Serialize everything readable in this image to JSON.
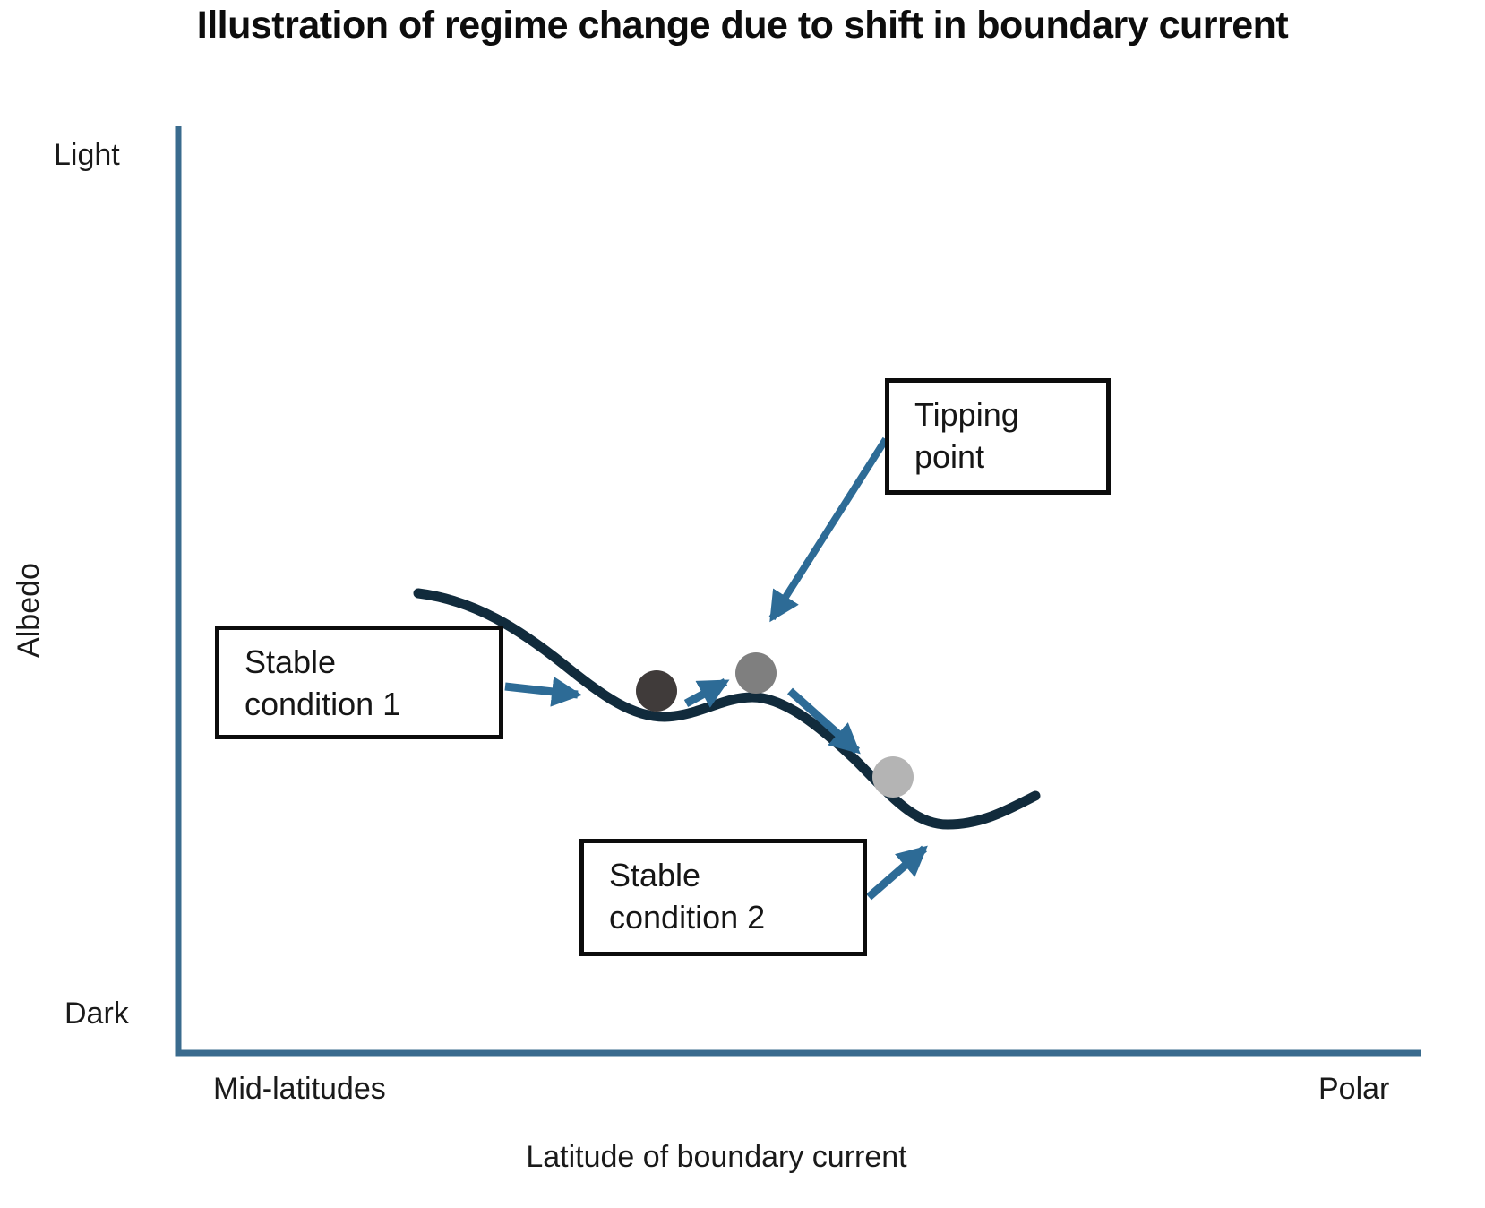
{
  "title": "Illustration of regime change due to shift in boundary current",
  "axes": {
    "y": {
      "title": "Albedo",
      "top_label": "Light",
      "bottom_label": "Dark"
    },
    "x": {
      "title": "Latitude of boundary current",
      "left_label": "Mid-latitudes",
      "right_label": "Polar"
    }
  },
  "annotations": {
    "stable1": {
      "lines": [
        "Stable",
        "condition 1"
      ]
    },
    "tipping": {
      "lines": [
        "Tipping",
        "point"
      ]
    },
    "stable2": {
      "lines": [
        "Stable",
        "condition 2"
      ]
    }
  },
  "colors": {
    "background": "#ffffff",
    "axis": "#3a6b8e",
    "curve": "#112b3c",
    "arrow": "#2d6b96",
    "box_border": "#0c0c0c",
    "ball_dark": "#403b3a",
    "ball_medium": "#7f7f7f",
    "ball_light": "#b4b4b4",
    "text": "#0d0d0d"
  },
  "figure_data": {
    "type": "conceptual stability-landscape curve",
    "x_axis": {
      "label": "Latitude of boundary current",
      "range_qualitative": [
        "Mid-latitudes",
        "Polar"
      ]
    },
    "y_axis": {
      "label": "Albedo",
      "range_qualitative": [
        "Dark",
        "Light"
      ]
    },
    "curve_shape": "double-well potential: descends from upper-left plateau into first valley, small crest (tipping point), then deeper descent into second valley, rising slightly at right end",
    "features": [
      {
        "name": "stable condition 1",
        "ball": "dark gray",
        "position": "first valley of curve"
      },
      {
        "name": "tipping point",
        "ball": "medium gray",
        "position": "local crest between valleys"
      },
      {
        "name": "stable condition 2",
        "ball": "light gray",
        "position": "slope into second valley"
      }
    ],
    "arrows": [
      "from Stable condition 1 box to first valley",
      "from first valley ball up-right to crest ball",
      "from crest ball down-right to light ball",
      "from Tipping point box down-left to crest",
      "from Stable condition 2 box up-right to second valley"
    ]
  }
}
